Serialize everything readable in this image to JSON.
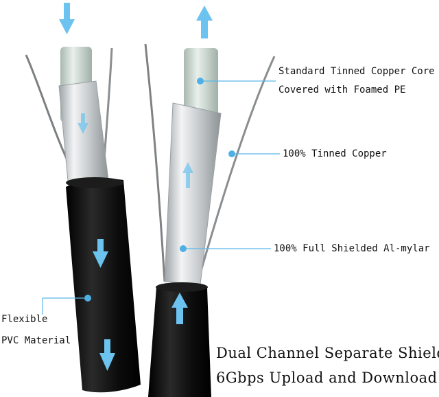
{
  "labels": {
    "core_line1": "Standard Tinned Copper Core",
    "core_line2": "Covered with Foamed PE",
    "copper": "100% Tinned Copper",
    "mylar": "100% Full Shielded Al-mylar",
    "flexible_line1": "Flexible",
    "flexible_line2": "PVC Material",
    "headline_line1": "Dual Channel Separate Shield",
    "headline_line2": "6Gbps Upload and Download"
  },
  "colors": {
    "arrow": "#6cc3f0",
    "leader": "#5bb8ea",
    "jacket": "#0b0b0b",
    "foil": "#dfe2e4",
    "core": "#c9d6cf"
  },
  "icons": [
    "arrow-down-icon",
    "arrow-up-icon"
  ]
}
